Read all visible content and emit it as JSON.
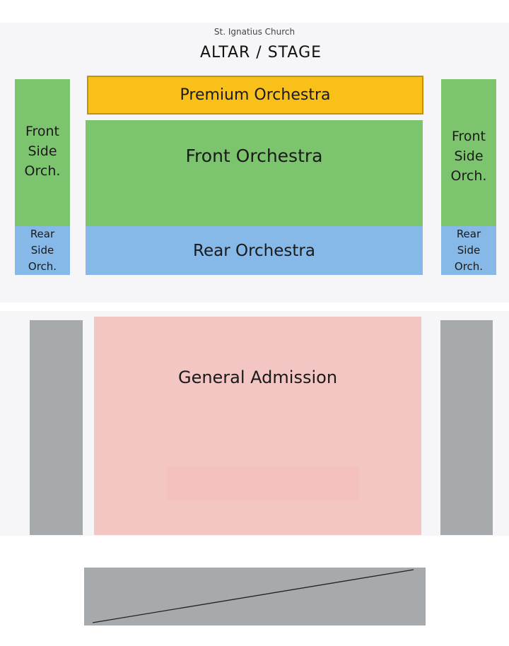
{
  "header": {
    "church_name": "St. Ignatius Church",
    "stage_label": "ALTAR / STAGE"
  },
  "sections": {
    "premium_orchestra": {
      "label": "Premium Orchestra",
      "color": "#f9c01a"
    },
    "front_orchestra": {
      "label": "Front Orchestra",
      "color": "#7dc46e"
    },
    "rear_orchestra": {
      "label": "Rear Orchestra",
      "color": "#86b8e8"
    },
    "front_side_left": {
      "lines": [
        "Front",
        "Side",
        "Orch."
      ],
      "color": "#7dc46e"
    },
    "rear_side_left": {
      "lines": [
        "Rear",
        "Side",
        "Orch."
      ],
      "color": "#86b8e8"
    },
    "front_side_right": {
      "lines": [
        "Front",
        "Side",
        "Orch."
      ],
      "color": "#7dc46e"
    },
    "rear_side_right": {
      "lines": [
        "Rear",
        "Side",
        "Orch."
      ],
      "color": "#86b8e8"
    },
    "general_admission": {
      "label": "General Admission",
      "color": "#f3c5c3"
    }
  },
  "blocked_color": "#a6aaad"
}
